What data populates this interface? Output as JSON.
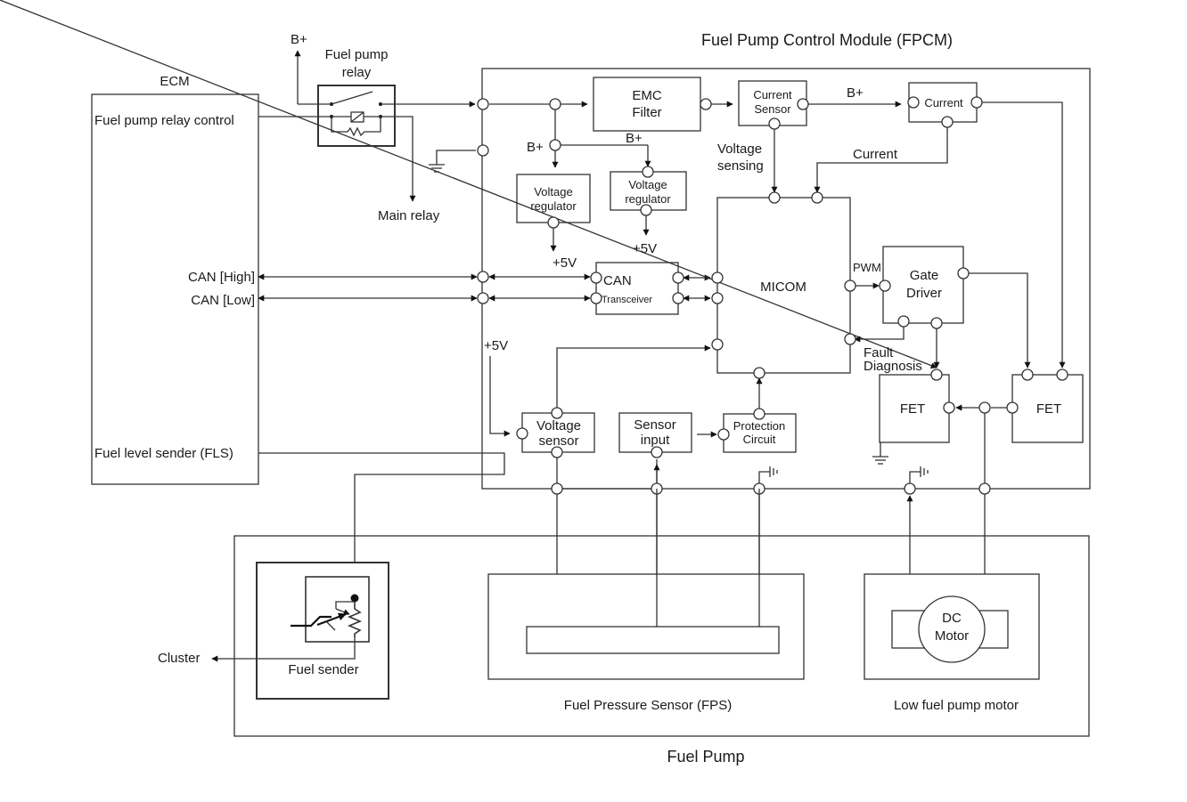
{
  "fpcm": {
    "title": "Fuel Pump Control Module (FPCM)"
  },
  "fuel_pump": {
    "title": "Fuel Pump"
  },
  "ecm": {
    "title": "ECM",
    "fuel_pump_relay_control": "Fuel pump relay control",
    "can_high": "CAN [High]",
    "can_low": "CAN [Low]",
    "fls": "Fuel level sender (FLS)"
  },
  "relay": {
    "line1": "Fuel pump",
    "line2": "relay"
  },
  "labels": {
    "b_plus_top": "B+",
    "main_relay": "Main relay",
    "b_plus_reg1": "B+",
    "b_plus_reg2": "B+",
    "b_plus_current": "B+",
    "plus5v_reg1": "+5V",
    "plus5v_reg2": "+5V",
    "plus5v_vsensor": "+5V",
    "voltage_sensing_1": "Voltage",
    "voltage_sensing_2": "sensing",
    "current_feedback": "Current",
    "pwm": "PWM",
    "fault_1": "Fault",
    "fault_2": "Diagnosis",
    "cluster": "Cluster"
  },
  "blocks": {
    "emc_1": "EMC",
    "emc_2": "Filter",
    "current_sensor_1": "Current",
    "current_sensor_2": "Sensor",
    "current": "Current",
    "vreg1_1": "Voltage",
    "vreg1_2": "regulator",
    "vreg2_1": "Voltage",
    "vreg2_2": "regulator",
    "micom": "MICOM",
    "can_1": "CAN",
    "can_2": "Transceiver",
    "gate_1": "Gate",
    "gate_2": "Driver",
    "fet_left": "FET",
    "fet_right": "FET",
    "vsensor_1": "Voltage",
    "vsensor_2": "sensor",
    "sensor_input_1": "Sensor",
    "sensor_input_2": "input",
    "protection_1": "Protection",
    "protection_2": "Circuit"
  },
  "components": {
    "fuel_sender": "Fuel sender",
    "fps": "Fuel Pressure Sensor (FPS)",
    "dc_motor_1": "DC",
    "dc_motor_2": "Motor",
    "low_pump": "Low fuel pump motor"
  }
}
